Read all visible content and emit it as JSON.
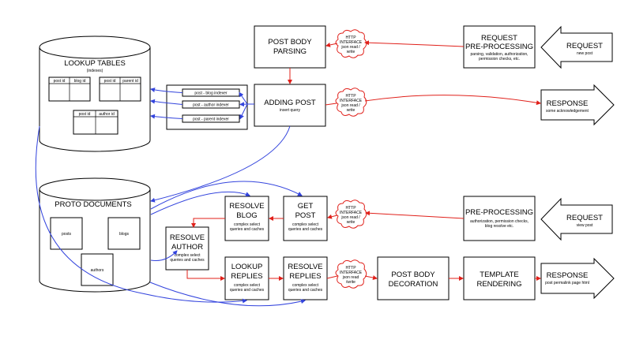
{
  "colors": {
    "red_flow": "#e0201a",
    "blue_flow": "#3344dd",
    "stroke": "#000000",
    "background": "#ffffff"
  },
  "lookup_db": {
    "title": "LOOKUP TABLES",
    "subtitle": "(indexes)",
    "tables": [
      {
        "cols": [
          "post id",
          "blog id"
        ]
      },
      {
        "cols": [
          "post id",
          "parent id"
        ]
      },
      {
        "cols": [
          "post id",
          "author id"
        ]
      }
    ]
  },
  "indexers": [
    "post - blog indexer",
    "post - author indexer",
    "post - parent indexer"
  ],
  "proto_db": {
    "title": "PROTO DOCUMENTS",
    "items": [
      "posts",
      "blogs",
      "authors"
    ]
  },
  "boxes": {
    "post_body_parsing": {
      "l1": "POST BODY",
      "l2": "PARSING"
    },
    "adding_post": {
      "l1": "ADDING POST",
      "sub": "insert query"
    },
    "request_preprocessing": {
      "l1": "REQUEST",
      "l2": "PRE-PROCESSING",
      "sub1": "parsing, validation, authorization,",
      "sub2": "permission checks, etc."
    },
    "preprocessing": {
      "l1": "PRE-PROCESSING",
      "sub1": "authorization, permission checks,",
      "sub2": "blog resolve etc."
    },
    "resolve_blog": {
      "l1": "RESOLVE",
      "l2": "BLOG",
      "sub1": "complex select",
      "sub2": "queries and caches"
    },
    "get_post": {
      "l1": "GET",
      "l2": "POST",
      "sub1": "complex select",
      "sub2": "queries and caches"
    },
    "resolve_author": {
      "l1": "RESOLVE",
      "l2": "AUTHOR",
      "sub1": "complex select",
      "sub2": "queries and caches"
    },
    "lookup_replies": {
      "l1": "LOOKUP",
      "l2": "REPLIES",
      "sub1": "complex select",
      "sub2": "queries and caches"
    },
    "resolve_replies": {
      "l1": "RESOLVE",
      "l2": "REPLIES",
      "sub1": "complex select",
      "sub2": "queries and caches"
    },
    "post_body_decoration": {
      "l1": "POST BODY",
      "l2": "DECORATION"
    },
    "template_rendering": {
      "l1": "TEMPLATE",
      "l2": "RENDERING"
    }
  },
  "arrows": {
    "request_new": {
      "title": "REQUEST",
      "sub": "new post"
    },
    "response_ack": {
      "title": "RESPONSE",
      "sub": "some acknowledgement"
    },
    "request_view": {
      "title": "REQUEST",
      "sub": "view post"
    },
    "response_html": {
      "title": "RESPONSE",
      "sub": "post permalink page html"
    }
  },
  "clouds": {
    "c1": [
      "HTTP",
      "INTERFACE",
      "json read /",
      "write"
    ],
    "c2": [
      "HTTP",
      "INTERFACE",
      "json read /",
      "write"
    ],
    "c3": [
      "HTTP",
      "INTERFACE",
      "json read /",
      "write"
    ],
    "c4": [
      "HTTP",
      "INTERFACE",
      "json read",
      "/write"
    ]
  }
}
